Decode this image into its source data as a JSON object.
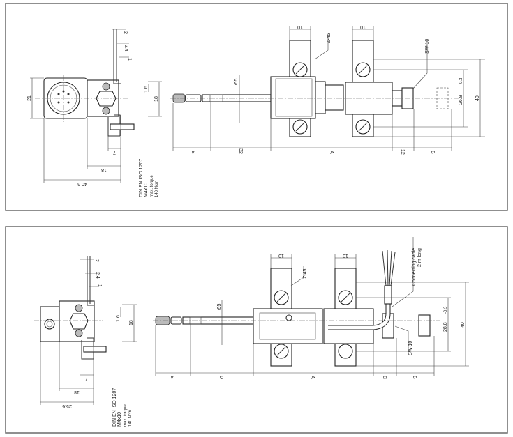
{
  "drawing_top": {
    "side_view": {
      "dim_2": "2",
      "dim_2_4": "2.4",
      "dim_1": "1",
      "dim_21": "21",
      "dim_1_6": "1.6",
      "dim_18_v": "18",
      "dim_7": "7",
      "dim_18_h": "18",
      "dim_40_6": "40.6",
      "note_line1": "DIN EN ISO 1207",
      "note_line2": "M4x10",
      "note_line3": "max. torque",
      "note_line4": "140 Ncm"
    },
    "front_view": {
      "dim_10_a": "10",
      "dim_10_b": "10",
      "label_z45": "Z-45",
      "label_sw10": "SW-10",
      "dim_d5": "Ø5",
      "dim_26_8": "26.8",
      "tol": "-0.3",
      "dim_40": "40",
      "dim_b1": "B",
      "dim_32": "32",
      "dim_a": "A",
      "dim_12": "12",
      "dim_b2": "B"
    }
  },
  "drawing_bottom": {
    "side_view": {
      "dim_2": "2",
      "dim_2_4": "2.4",
      "dim_1": "1",
      "dim_1_6": "1.6",
      "dim_18_v": "18",
      "dim_7": "7",
      "dim_18_h": "18",
      "dim_25_6": "25.6",
      "note_line1": "DIN EN ISO 1207",
      "note_line2": "M4x10",
      "note_line3": "max. torque",
      "note_line4": "140 Ncm"
    },
    "front_view": {
      "dim_10_a": "10",
      "dim_10_b": "10",
      "label_z45": "Z-45",
      "label_sw10": "SW-10",
      "dim_d5": "Ø5",
      "cable_line1": "Connecting cable",
      "cable_line2": "2 m long",
      "dim_28_8": "28.8",
      "tol": "-0.3",
      "dim_40": "40",
      "dim_b1": "B",
      "dim_d": "D",
      "dim_a": "A",
      "dim_c": "C",
      "dim_b2": "B"
    }
  }
}
